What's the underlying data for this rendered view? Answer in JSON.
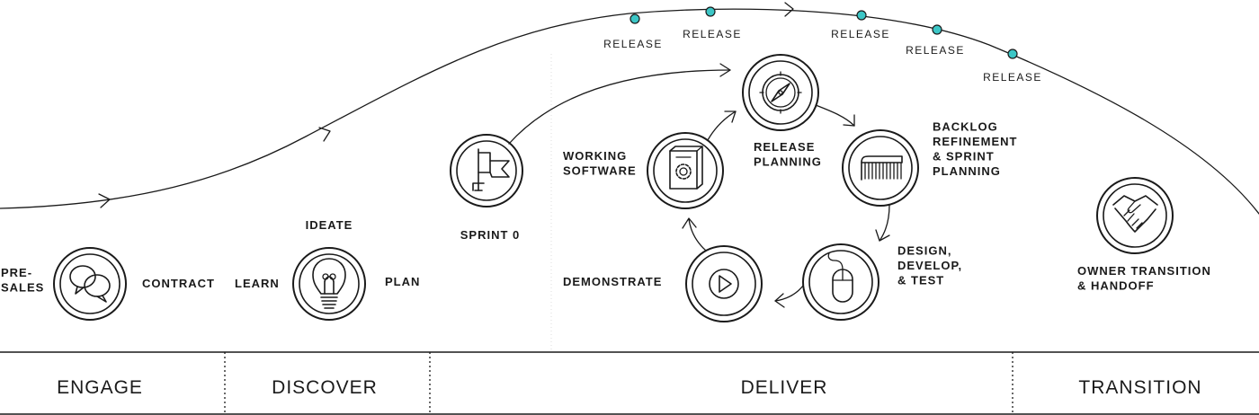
{
  "steps": {
    "presales": "PRE-\nSALES",
    "contract": "CONTRACT",
    "ideate": "IDEATE",
    "learn": "LEARN",
    "plan": "PLAN",
    "sprint0": "SPRINT 0",
    "working_software": "WORKING\nSOFTWARE",
    "release_planning": "RELEASE\nPLANNING",
    "backlog": "BACKLOG\nREFINEMENT\n& SPRINT\nPLANNING",
    "design": "DESIGN,\nDEVELOP,\n& TEST",
    "demonstrate": "DEMONSTRATE",
    "owner_transition": "OWNER TRANSITION\n& HANDOFF"
  },
  "release_label": "RELEASE",
  "phases": {
    "engage": "ENGAGE",
    "discover": "DISCOVER",
    "deliver": "DELIVER",
    "transition": "TRANSITION"
  },
  "colors": {
    "ink": "#1a1a1a",
    "release_dot": "#3cc6c6",
    "background": "#ffffff"
  },
  "icons": {
    "presales": "overlapping-speech-bubbles-icon",
    "ideate": "lightbulb-icon",
    "sprint0": "flag-icon",
    "working_software": "software-box-gear-icon",
    "release_planning": "compass-icon",
    "backlog": "comb-icon",
    "design": "computer-mouse-icon",
    "demonstrate": "play-icon",
    "owner_transition": "handshake-icon"
  }
}
